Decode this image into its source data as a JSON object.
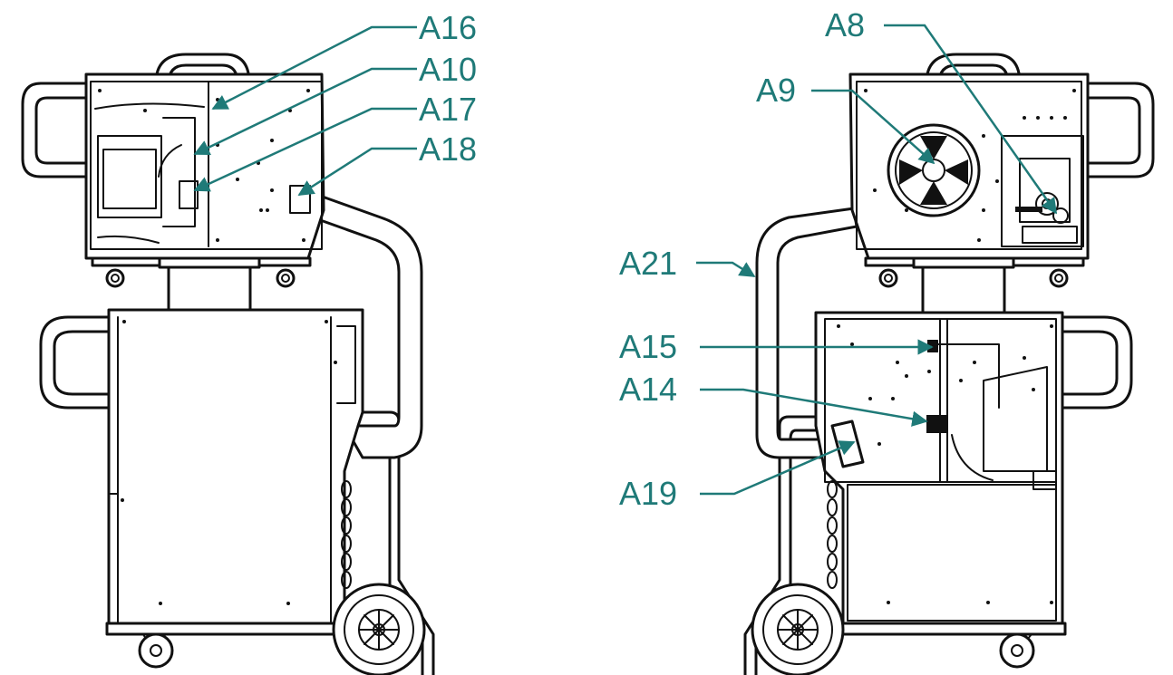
{
  "figure": {
    "left_view": {
      "callouts": [
        {
          "id": "a16",
          "label": "A16"
        },
        {
          "id": "a10",
          "label": "A10"
        },
        {
          "id": "a17",
          "label": "A17"
        },
        {
          "id": "a18",
          "label": "A18"
        }
      ]
    },
    "right_view": {
      "callouts": [
        {
          "id": "a8",
          "label": "A8"
        },
        {
          "id": "a9",
          "label": "A9"
        },
        {
          "id": "a21",
          "label": "A21"
        },
        {
          "id": "a15",
          "label": "A15"
        },
        {
          "id": "a14",
          "label": "A14"
        },
        {
          "id": "a19",
          "label": "A19"
        }
      ]
    },
    "colors": {
      "callout": "#1f7a78",
      "lineart": "#111111",
      "background": "#ffffff"
    }
  }
}
